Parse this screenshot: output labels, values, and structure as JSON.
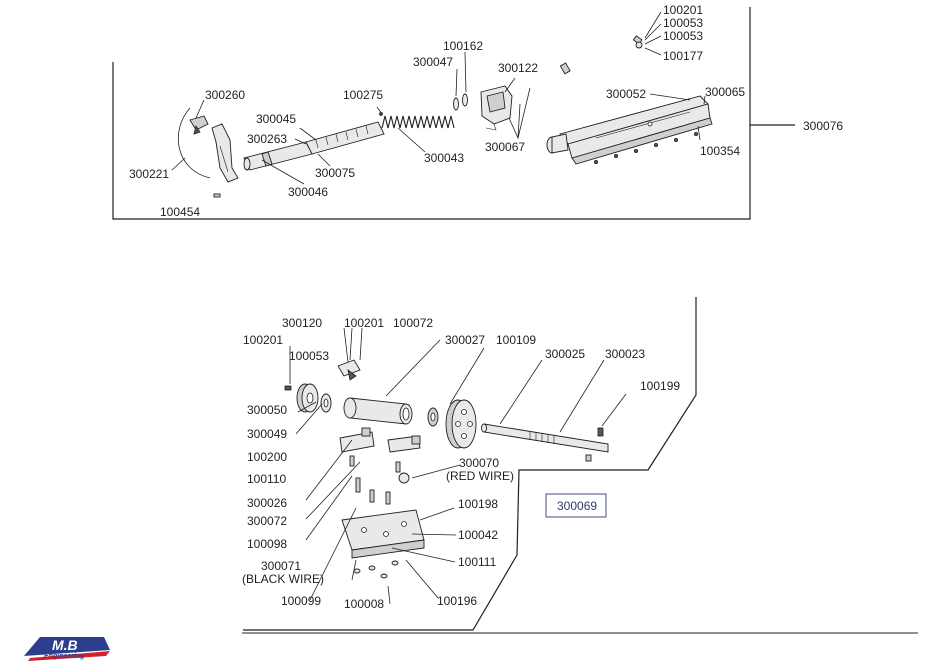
{
  "assembly_top": {
    "labels": {
      "l100201": "100201",
      "l100053a": "100053",
      "l100053b": "100053",
      "l100177": "100177",
      "l100162": "100162",
      "l300047": "300047",
      "l300122": "300122",
      "l300260": "300260",
      "l100275": "100275",
      "l300045": "300045",
      "l300263": "300263",
      "l300052": "300052",
      "l300065": "300065",
      "l300076": "300076",
      "l300067": "300067",
      "l300221": "300221",
      "l300075": "300075",
      "l300043": "300043",
      "l100354": "100354",
      "l300046": "300046",
      "l100454": "100454"
    }
  },
  "assembly_bottom": {
    "labels": {
      "l300120": "300120",
      "l100201a": "100201",
      "l100072": "100072",
      "l100201b": "100201",
      "l300027": "300027",
      "l100109": "100109",
      "l300025": "300025",
      "l300023": "300023",
      "l100053": "100053",
      "l100199": "100199",
      "l300050": "300050",
      "l300049": "300049",
      "l100200": "100200",
      "l100110": "100110",
      "l300070": "300070",
      "l300070_note": "(RED WIRE)",
      "l300026": "300026",
      "l100198": "100198",
      "l300072": "300072",
      "l100042": "100042",
      "l100098": "100098",
      "l100111": "100111",
      "l300071": "300071",
      "l300071_note": "(BLACK WIRE)",
      "l100099": "100099",
      "l100008": "100008",
      "l100196": "100196"
    },
    "assembly_box_label": "300069"
  },
  "footer": {
    "logo_text": "M.B",
    "logo_subtext": "Engineering"
  },
  "colors": {
    "ink": "#231f20",
    "box_text": "#2d3d6e",
    "logo_blue": "#2b3f8c",
    "logo_red": "#d2232a"
  }
}
